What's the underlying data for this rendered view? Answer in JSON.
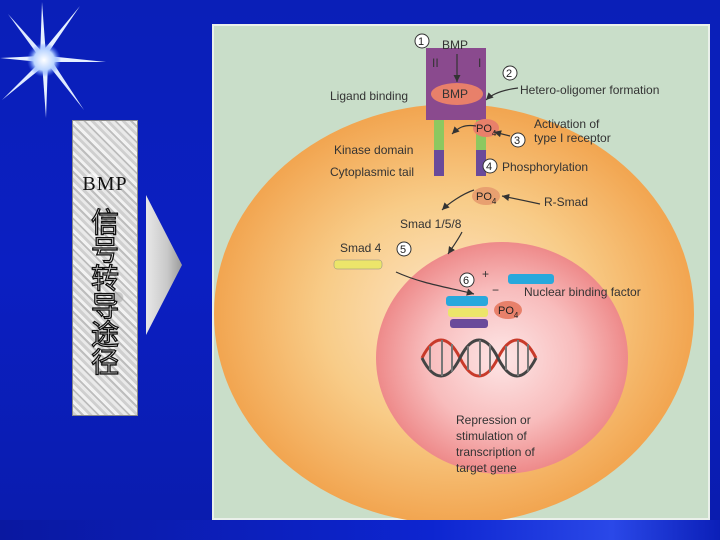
{
  "side": {
    "title": "BMP",
    "chars": [
      "信",
      "号",
      "转",
      "导",
      "途",
      "径"
    ]
  },
  "diagram": {
    "step1": "1",
    "bmp_top": "BMP",
    "receptor_ii": "II",
    "receptor_i": "I",
    "step2": "2",
    "hetero": "Hetero-oligomer formation",
    "ligand_binding": "Ligand binding",
    "bmp_ligand": "BMP",
    "activation_1": "Activation of",
    "activation_2": "type I receptor",
    "po4_1": "PO",
    "po4_1_sub": "4",
    "step3": "3",
    "kinase_domain": "Kinase domain",
    "step4": "4",
    "phosphorylation": "Phosphorylation",
    "cytoplasmic_tail": "Cytoplasmic tail",
    "po4_2": "PO",
    "po4_2_sub": "4",
    "rsmad": "R-Smad",
    "smad158": "Smad 1/5/8",
    "smad4": "Smad 4",
    "step5": "5",
    "step6": "6",
    "plus": "+",
    "minus": "−",
    "nuclear_binding": "Nuclear binding factor",
    "po4_3": "PO",
    "po4_3_sub": "4",
    "repression_1": "Repression or",
    "repression_2": "stimulation of",
    "repression_3": "transcription of",
    "repression_4": "target gene"
  },
  "colors": {
    "background": "#0b1fc2",
    "figure_bg": "#c9dec9",
    "cell": "#f5b360",
    "nucleus": "#f08888",
    "receptor": "#8a4a8e",
    "bmp_ligand": "#e8806a",
    "rsmad": "#e8a070",
    "smad4": "#ece56a",
    "nuclear_factor": "#28a8dc",
    "smad_purple": "#6a4a9a",
    "smad_green": "#8cc860"
  }
}
